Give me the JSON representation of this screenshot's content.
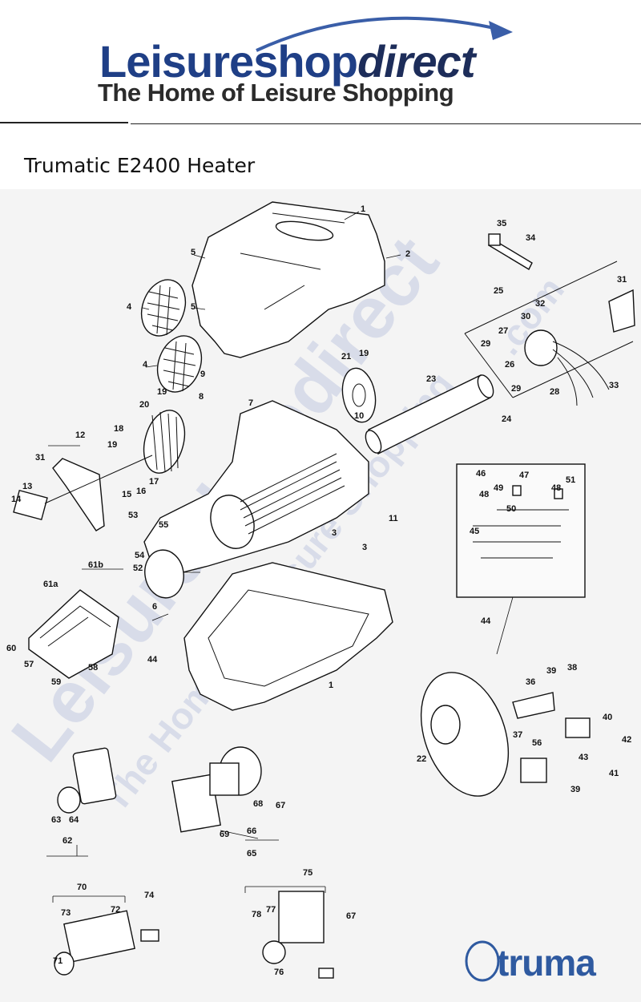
{
  "header": {
    "brand_main": "Leisureshop",
    "brand_suffix": "direct",
    "tagline": "The Home of Leisure Shopping"
  },
  "page": {
    "title": "Trumatic E2400 Heater"
  },
  "diagram": {
    "watermark_lines": [
      "Leisureshopdirect",
      "The Home of Leisure Shopping",
      ".com"
    ],
    "brand_logo": "truma",
    "part_labels": [
      "1",
      "2",
      "3",
      "3",
      "4",
      "4",
      "5",
      "5",
      "6",
      "7",
      "8",
      "9",
      "10",
      "11",
      "12",
      "13",
      "14",
      "15",
      "16",
      "17",
      "18",
      "19",
      "19",
      "19",
      "20",
      "21",
      "22",
      "23",
      "24",
      "25",
      "26",
      "27",
      "28",
      "29",
      "29",
      "30",
      "31",
      "31",
      "32",
      "33",
      "34",
      "35",
      "36",
      "37",
      "38",
      "39",
      "39",
      "40",
      "41",
      "42",
      "43",
      "44",
      "44",
      "45",
      "46",
      "47",
      "48",
      "48",
      "49",
      "50",
      "51",
      "52",
      "53",
      "54",
      "55",
      "56",
      "57",
      "58",
      "59",
      "60",
      "61a",
      "61b",
      "62",
      "63",
      "64",
      "65",
      "66",
      "67",
      "67",
      "68",
      "69",
      "70",
      "71",
      "72",
      "73",
      "74",
      "75",
      "76",
      "77",
      "78",
      "1"
    ]
  },
  "colors": {
    "brand_blue": "#1f3f86",
    "tagline": "#2b2b2b",
    "truma_blue": "#2f5aa0",
    "diagram_bg": "#f4f4f4"
  }
}
